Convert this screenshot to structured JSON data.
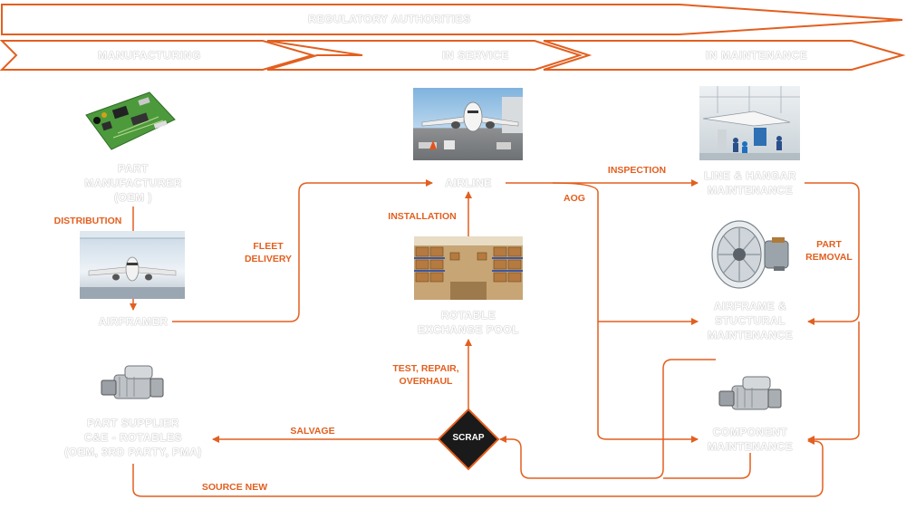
{
  "colors": {
    "accent": "#e35f1f",
    "scrap_fill": "#1a1a1a",
    "label_outline": "#bdbdbd"
  },
  "header_bands": {
    "top": "REGULATORY AUTHORITIES",
    "phases": [
      "MANUFACTURING",
      "IN SERVICE",
      "IN MAINTENANCE"
    ]
  },
  "nodes": {
    "part_manufacturer": [
      "PART",
      "MANUFACTURER",
      "(OEM )"
    ],
    "airframer": "AIRFRAMER",
    "airline": "AIRLINE",
    "rotable_pool": [
      "ROTABLE",
      "EXCHANGE POOL"
    ],
    "line_hangar": [
      "LINE & HANGAR",
      "MAINTENANCE"
    ],
    "airframe_structural": [
      "AIRFRAME &",
      "STUCTURAL",
      "MAINTENANCE"
    ],
    "component_maintenance": [
      "COMPONENT",
      "MAINTENANCE"
    ],
    "part_supplier": [
      "PART SUPPLIER",
      "C&E - ROTABLES",
      "(OEM, 3RD PARTY, PMA)"
    ],
    "scrap": "SCRAP"
  },
  "flow_labels": {
    "distribution": "DISTRIBUTION",
    "fleet_delivery": [
      "FLEET",
      "DELIVERY"
    ],
    "installation": "INSTALLATION",
    "inspection": "INSPECTION",
    "aog": "AOG",
    "part_removal": [
      "PART",
      "REMOVAL"
    ],
    "test_repair": [
      "TEST, REPAIR,",
      "OVERHAUL"
    ],
    "salvage": "SALVAGE",
    "source_new": "SOURCE NEW"
  },
  "icons": [
    "circuit-board-icon",
    "hangar-aircraft-icon",
    "starter-motor-icon",
    "airport-aircraft-icon",
    "warehouse-shelves-icon",
    "hangar-maintenance-icon",
    "jet-engine-icon"
  ]
}
